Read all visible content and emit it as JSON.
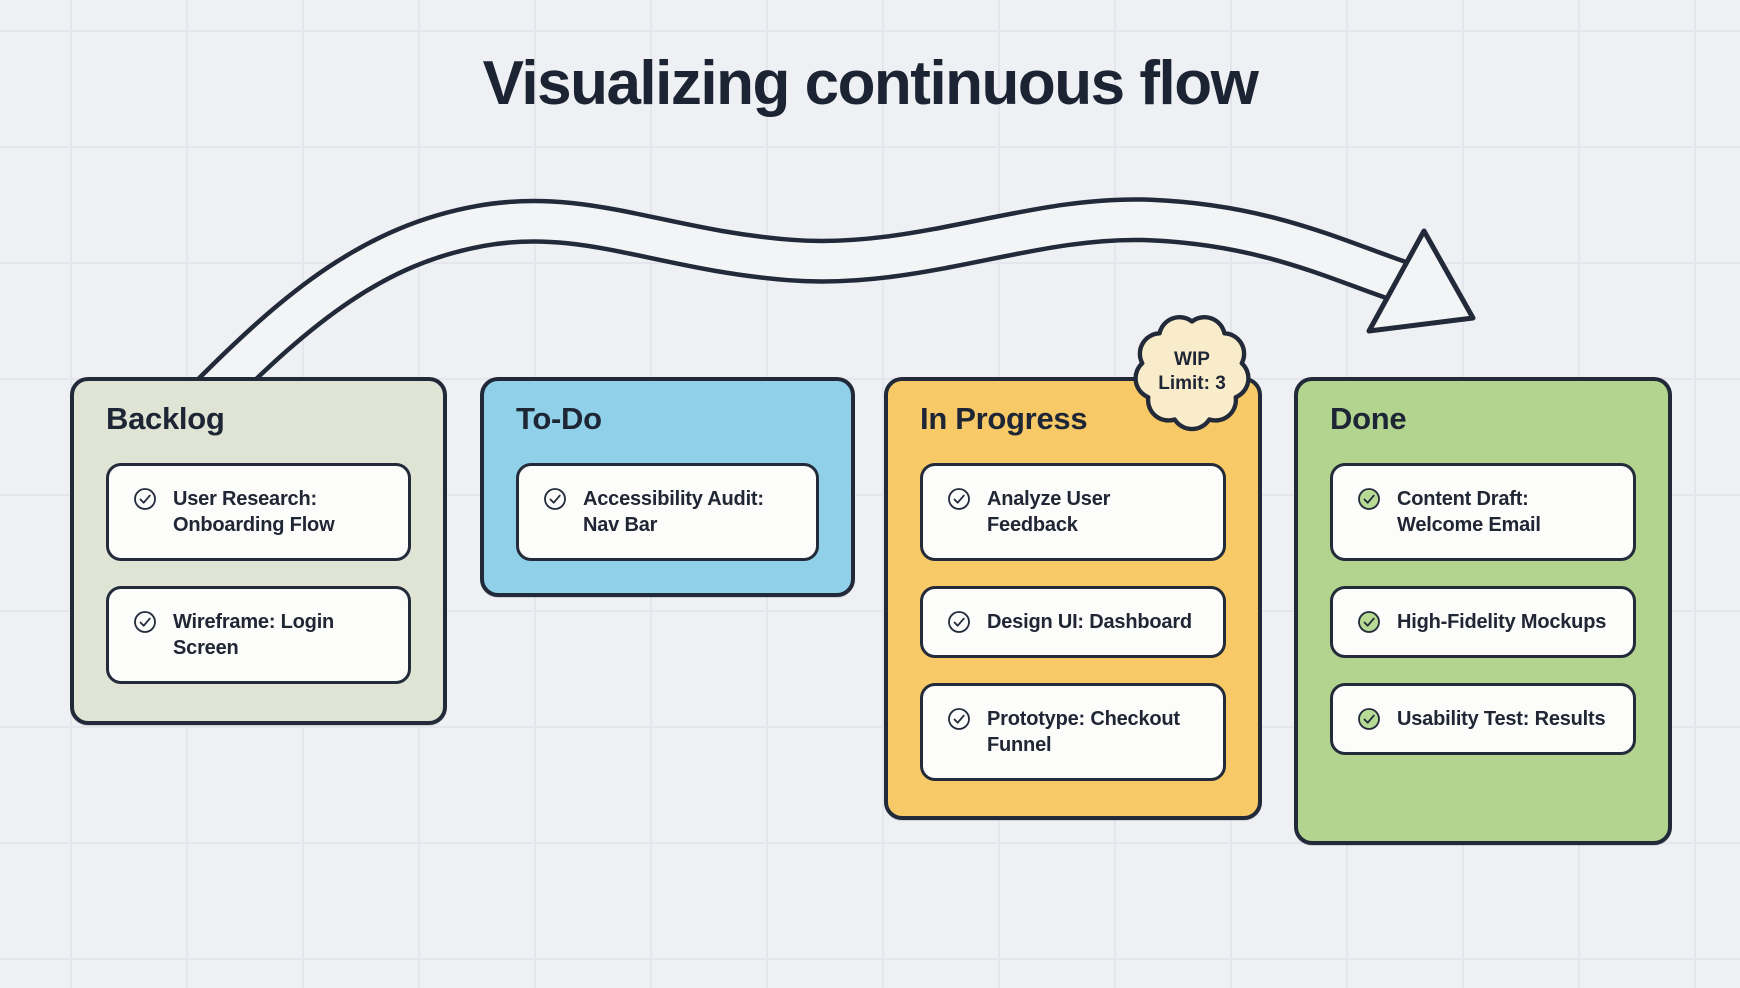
{
  "title": "Visualizing continuous flow",
  "wip_badge": {
    "line1": "WIP",
    "line2": "Limit: 3"
  },
  "columns": [
    {
      "name": "Backlog",
      "color": "#dfe4d5",
      "cards": [
        "User Research: Onboarding Flow",
        "Wireframe: Login Screen"
      ]
    },
    {
      "name": "To-Do",
      "color": "#90d0e9",
      "cards": [
        "Accessibility Audit: Nav Bar"
      ]
    },
    {
      "name": "In Progress",
      "color": "#f8c967",
      "cards": [
        "Analyze User Feedback",
        "Design UI: Dashboard",
        "Prototype: Checkout Funnel"
      ]
    },
    {
      "name": "Done",
      "color": "#b2d48e",
      "cards": [
        "Content Draft: Welcome Email",
        "High-Fidelity Mockups",
        "Usability Test: Results"
      ]
    }
  ],
  "colors": {
    "background": "#eef0f3",
    "grid_line": "#e3e6eb",
    "ink": "#222a3a",
    "card_background": "#fcfcfb",
    "badge_background": "#f9ecca",
    "arrow_fill": "#f3f4f6",
    "done_check_fill": "#b7da94"
  },
  "icons": {
    "card_icon": "check-circle-icon",
    "badge_shape": "scalloped-seal"
  }
}
